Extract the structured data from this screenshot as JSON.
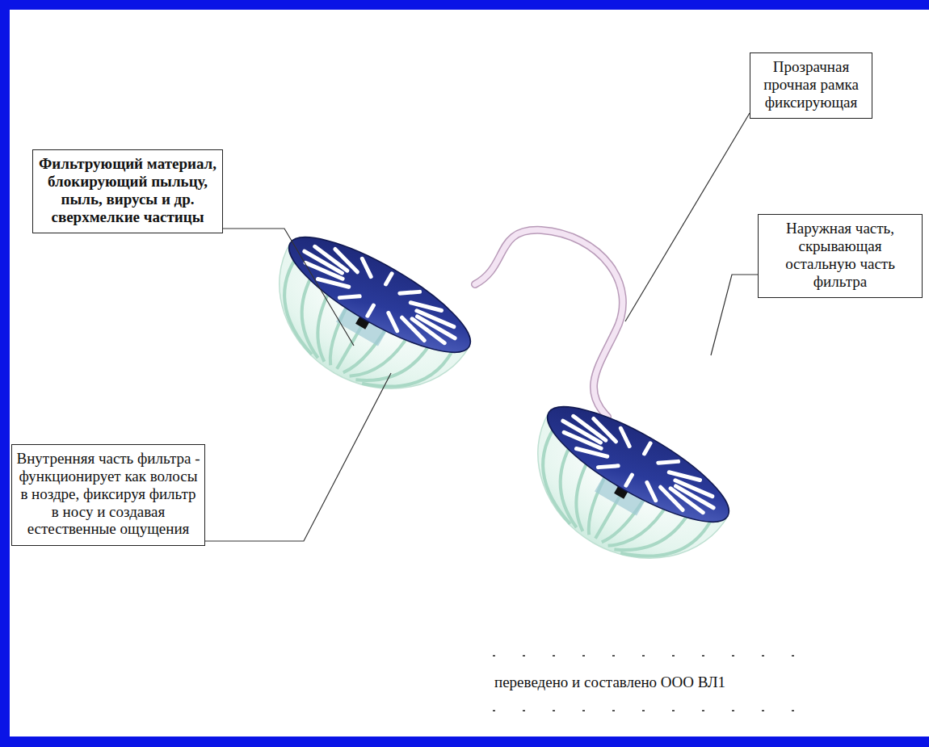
{
  "diagram": {
    "nodes": [
      {
        "text": [
          "Прозрачная прочная рамка фиксирующая"
        ]
      },
      {
        "text": [
          "Фильтрующий материал, блокирующий пыльцу, пыль, вирусы и др. сверхмелкие частицы"
        ]
      },
      {
        "text": [
          "Наружная часть, скрывающая остальную часть фильтра"
        ]
      },
      {
        "text": [
          "Внутренняя часть фильтра - функционирует как волосы в ноздре, фиксируя фильтр в носу и создавая естественные ощущения"
        ]
      }
    ],
    "labels": [
      "переведено и составлено ООО ВЛ1"
    ]
  }
}
